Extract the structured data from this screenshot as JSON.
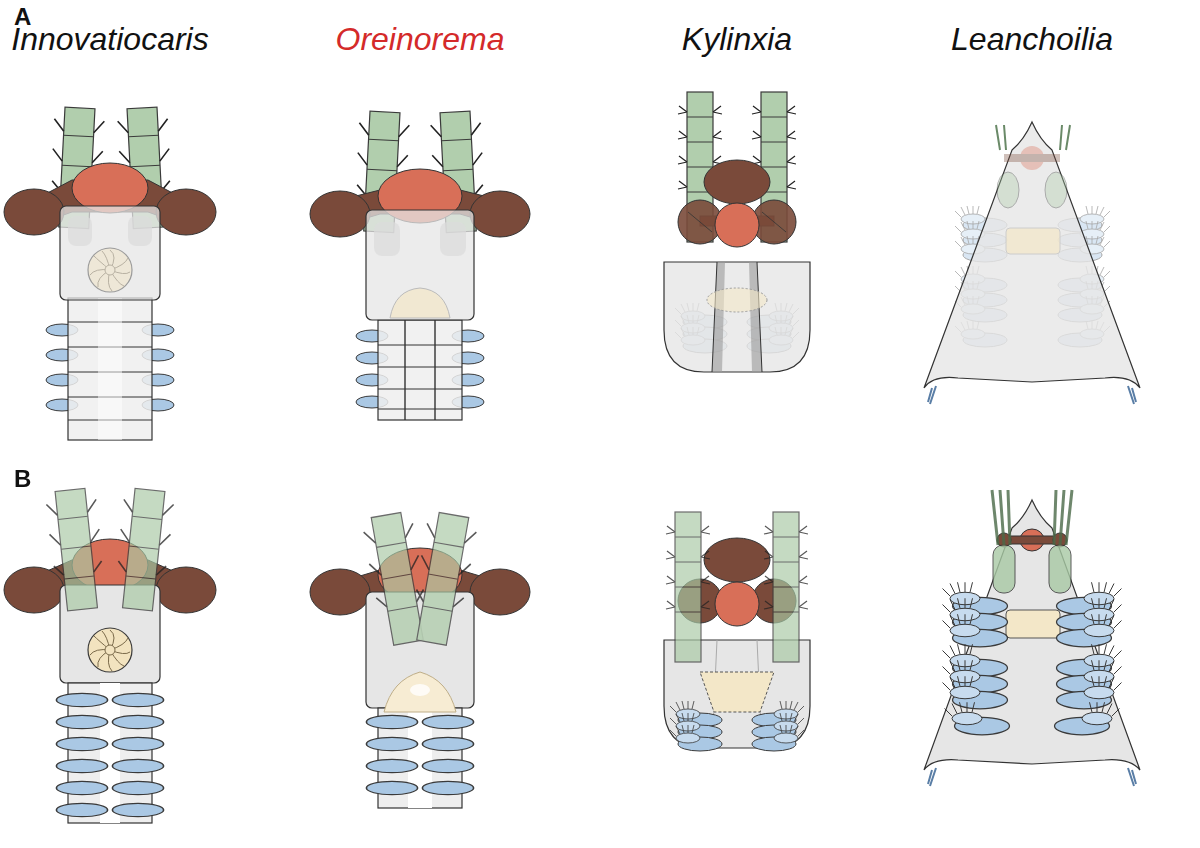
{
  "diagram": {
    "labels": [
      "A",
      "Innovatiocaris",
      "Oreinorema",
      "Kylinxia",
      "Leanchoilia",
      "B"
    ]
  }
}
